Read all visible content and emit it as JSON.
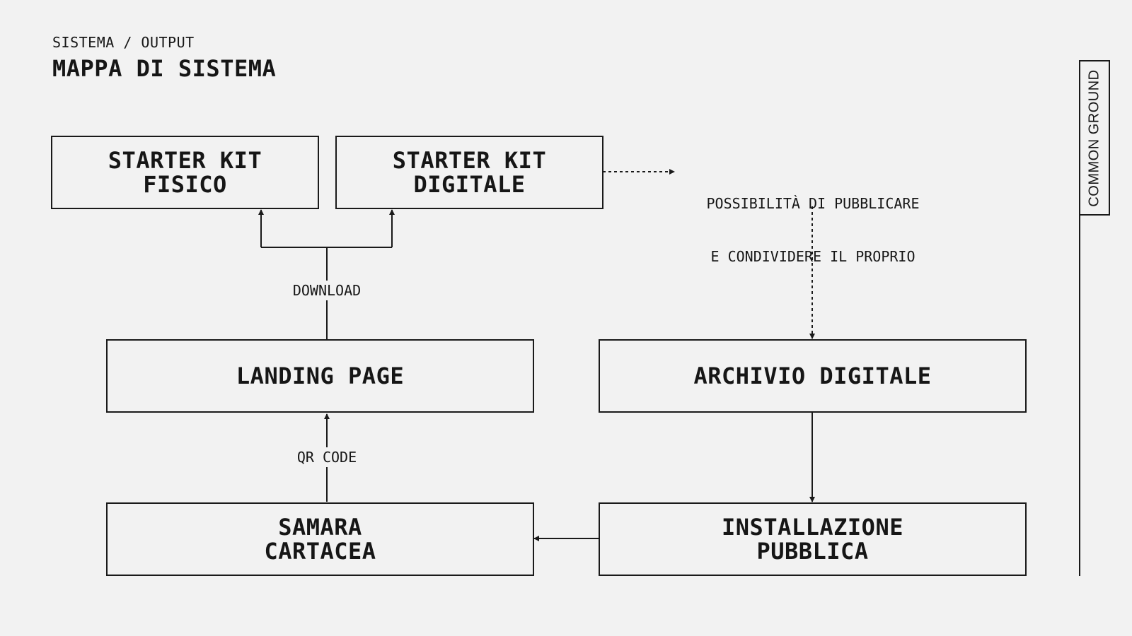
{
  "header": {
    "breadcrumb": "SISTEMA / OUTPUT",
    "title": "MAPPA DI SISTEMA"
  },
  "nodes": {
    "starter_kit_fisico": [
      "STARTER KIT",
      "FISICO"
    ],
    "starter_kit_digitale": [
      "STARTER KIT",
      "DIGITALE"
    ],
    "landing_page": [
      "LANDING PAGE"
    ],
    "archivio_digitale": [
      "ARCHIVIO DIGITALE"
    ],
    "samara_cartacea": [
      "SAMARA",
      "CARTACEA"
    ],
    "installazione_pubblica": [
      "INSTALLAZIONE",
      "PUBBLICA"
    ]
  },
  "note": [
    "POSSIBILITÀ DI PUBBLICARE",
    "E CONDIVIDERE IL PROPRIO"
  ],
  "edge_labels": {
    "download": "DOWNLOAD",
    "qr_code": "QR CODE"
  },
  "side_tab": {
    "label": "COMMON GROUND"
  },
  "colors": {
    "background": "#f2f2f2",
    "ink": "#1a1a1a"
  }
}
